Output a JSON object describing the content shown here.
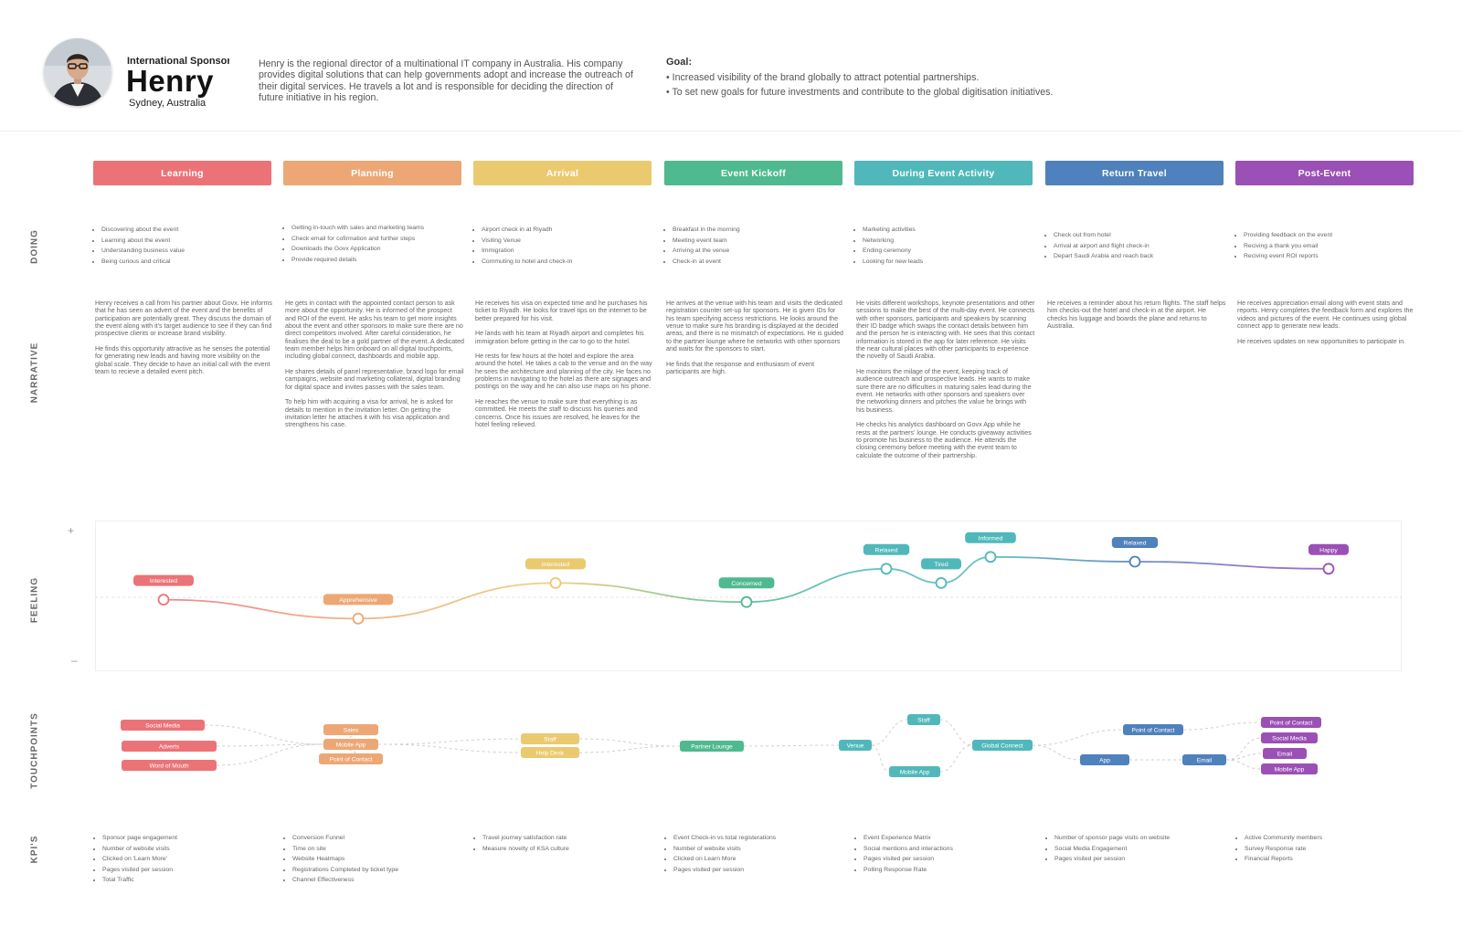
{
  "persona": {
    "role": "International Sponsor",
    "name": "Henry",
    "location": "Sydney, Australia",
    "bio": "Henry is the regional director of a multinational IT company in Australia. His company provides digital solutions that can help governments adopt and increase the outreach of their digital services. He travels a lot and is responsible for deciding the direction of future initiative in his region.",
    "goal_title": "Goal:",
    "goals": [
      "Increased visibility of the brand globally to attract potential partnerships.",
      "To set new goals for future investments and contribute to the global digitisation initiatives."
    ]
  },
  "row_labels": {
    "doing": "DOING",
    "narrative": "NARRATIVE",
    "feeling": "FEELING",
    "touchpoints": "TOUCHPOINTS",
    "kpis": "KPI'S"
  },
  "feeling_axis": {
    "plus": "+",
    "minus": "–"
  },
  "stages": [
    {
      "title": "Learning",
      "color": "#eb7378",
      "doing": [
        "Discovering about the event",
        "Learning about the event",
        "Understanding business value",
        "Being curious and critical"
      ],
      "narrative": [
        "Henry receives a call from his partner about Govx. He informs that he has seen an advert of the event and the benefits of participation are potentially great. They discuss the domain of the event along with it's target audience to see if they can find prospective clients or increase brand visibility.",
        "He finds this opportunity attractive as he senses the potential for generating new leads and having more visibility on the global scale. They decide to have an initial call with the event team to recieve a detailed event pitch."
      ],
      "kpis": [
        "Sponsor page engagement",
        "Number of website visits",
        "Clicked on 'Learn More'",
        "Pages visited per session",
        "Total Traffic"
      ]
    },
    {
      "title": "Planning",
      "color": "#eda775",
      "doing": [
        "Getting in-touch with sales and marketing teams",
        "Check email for cofirmation and further steps",
        "Downloads the Govx Application",
        "Provide required details"
      ],
      "narrative": [
        "He gets in contact with the appointed contact person to ask more about the opportunity. He is informed of the prospect and ROI of the event. He asks his team to get more insights about the event and other sponsors to make sure there are no direct competitors involved. After careful consideration, he finalises the deal to be a gold partner of the event. A dedicated team member helps him onboard on all digital touchpoints, including global connect, dashboards and mobile app.",
        "He shares details of panel representative, brand logo for email campaigns, website and marketing collateral, digital branding for digital space and invites passes with the sales team.",
        "To help him with acquiring a visa for arrival, he is asked for details to mention in the invitation letter. On getting the invitation letter he attaches it with his visa application and strengthens his case."
      ],
      "kpis": [
        "Conversion Funnel",
        "Time on site",
        "Website Heatmaps",
        "Registrations Completed by ticket type",
        "Channel Effectiveness"
      ]
    },
    {
      "title": "Arrival",
      "color": "#ebc96e",
      "doing": [
        "Airport check in at Riyadh",
        "Visiting Venue",
        "Immigration",
        "Commuting to hotel and check-in"
      ],
      "narrative": [
        "He receives his visa on expected time and he purchases his ticket to Riyadh. He looks for travel tips on the internet to be better prepared for his visit.",
        "He lands with his team at Riyadh airport and completes his immigration before getting in the car to go to the hotel.",
        "He rests for few hours at the hotel and explore the area around the hotel. He takes a cab to the venue and on the way he sees the architecture and planning of the city. He faces no problems in navigating to the hotel as there are signages and postings on the way and he can also use maps on his phone.",
        "He reaches the venue to make sure that everything is as committed. He meets the staff to discuss his queries and concerns. Once his issues are resolved, he leaves for the hotel feeling relieved."
      ],
      "kpis": [
        "Travel journey satisfaction rate",
        "Measure novelty of KSA culture"
      ]
    },
    {
      "title": "Event Kickoff",
      "color": "#4fb98f",
      "doing": [
        "Breakfast in the morning",
        "Meeting event team",
        "Arriving at the venue",
        "Check-in at event"
      ],
      "narrative": [
        "He arrives at the venue with his team and visits the dedicated registration counter set-up for sponsors. He is given IDs for his team specifying access restrictions. He looks around the venue to make sure his branding is displayed at the decided areas, and there is no mismatch of expectations. He is guided to the partner lounge where he networks with other sponsors and waits for the sponsors to start.",
        "He finds that the response and enthusiasm of event participants are high."
      ],
      "kpis": [
        "Event Check-in vs total registerations",
        "Number of website visits",
        "Clicked on Learn More",
        "Pages visited per session"
      ]
    },
    {
      "title": "During Event Activity",
      "color": "#50b8bb",
      "doing": [
        "Marketing activities",
        "Networking",
        "Ending ceremony",
        "Looking for new leads"
      ],
      "narrative": [
        "He visits different workshops, keynote presentations and other sessions to make the best of the multi-day event. He connects with other sponsors, participants and speakers by scanning their ID badge which swaps the contact details between him and the person he is interacting with. He sees that this contact information is stored in the app for later reference. He visits the near cultural places with other participants to experience the novelty of Saudi Arabia.",
        "He monitors the milage of the event, keeping track of audience outreach and prospective leads. He wants to make sure there are no difficulties in maturing sales lead during the event. He networks with other sponsors and speakers over the networking dinners and pitches the value he brings with his business.",
        "He checks his analytics dashboard on Govx App while he rests at the partners' lounge. He conducts giveaway activities to promote his business to the audience. He attends the closing ceremony before meeting with the event team to calculate the outcome of their partnership."
      ],
      "kpis": [
        "Event Experience Matrix",
        "Social mentions and interactions",
        "Pages visited per session",
        "Polling Response Rate"
      ]
    },
    {
      "title": "Return Travel",
      "color": "#4f81bc",
      "doing": [
        "Check out from hotel",
        "Arrival at airport and flight check-in",
        "Depart Saudi Arabia and reach back"
      ],
      "narrative": [
        "He receives a reminder about his return flights. The staff helps him checks-out the hotel and check-in at the airport. He checks his luggage and boards the plane and returns to Australia."
      ],
      "kpis": [
        "Number of sponsor page visits on website",
        "Social Media Engagement",
        "Pages visited per session"
      ]
    },
    {
      "title": "Post-Event",
      "color": "#9b50b5",
      "doing": [
        "Providing feedback on the event",
        "Reciving a thank you email",
        "Reciving event ROI reports"
      ],
      "narrative": [
        "He receives appreciation email along with event stats and reports. Henry completes the feedback form and explores the videos and pictures of the event. He continues using global connect app to generate new leads.",
        "He receives updates on new opportunities to participate in."
      ],
      "kpis": [
        "Active Community members",
        "Survey Response rate",
        "Financial Reports"
      ]
    }
  ],
  "feelings": [
    {
      "label": "Interested",
      "color": "#eb7378",
      "level": -0.05
    },
    {
      "label": "Apprehensive",
      "color": "#eda775",
      "level": -0.45
    },
    {
      "label": "Interested",
      "color": "#ebc96e",
      "level": 0.3
    },
    {
      "label": "Concerned",
      "color": "#4fb98f",
      "level": -0.1
    },
    {
      "label": "Relaxed",
      "color": "#50b8bb",
      "level": 0.6
    },
    {
      "label": "Tired",
      "color": "#50b8bb",
      "level": 0.3
    },
    {
      "label": "Informed",
      "color": "#50b8bb",
      "level": 0.85
    },
    {
      "label": "Relaxed",
      "color": "#4f81bc",
      "level": 0.75
    },
    {
      "label": "Happy",
      "color": "#9b50b5",
      "level": 0.6
    }
  ],
  "touchpoints": [
    {
      "label": "Social Media",
      "color": "#eb7378"
    },
    {
      "label": "Adverts",
      "color": "#eb7378"
    },
    {
      "label": "Word of Mouth",
      "color": "#eb7378"
    },
    {
      "label": "Sales",
      "color": "#eda775"
    },
    {
      "label": "Mobile App",
      "color": "#eda775"
    },
    {
      "label": "Point of Contact",
      "color": "#eda775"
    },
    {
      "label": "Staff",
      "color": "#ebc96e"
    },
    {
      "label": "Help Desk",
      "color": "#ebc96e"
    },
    {
      "label": "Partner Lounge",
      "color": "#4fb98f"
    },
    {
      "label": "Venue",
      "color": "#50b8bb"
    },
    {
      "label": "Staff",
      "color": "#50b8bb"
    },
    {
      "label": "Mobile App",
      "color": "#50b8bb"
    },
    {
      "label": "Global Connect",
      "color": "#50b8bb"
    },
    {
      "label": "Point of Contact",
      "color": "#4f81bc"
    },
    {
      "label": "App",
      "color": "#4f81bc"
    },
    {
      "label": "Email",
      "color": "#4f81bc"
    },
    {
      "label": "Point of Contact",
      "color": "#9b50b5"
    },
    {
      "label": "Social Media",
      "color": "#9b50b5"
    },
    {
      "label": "Email",
      "color": "#9b50b5"
    },
    {
      "label": "Mobile App",
      "color": "#9b50b5"
    }
  ]
}
